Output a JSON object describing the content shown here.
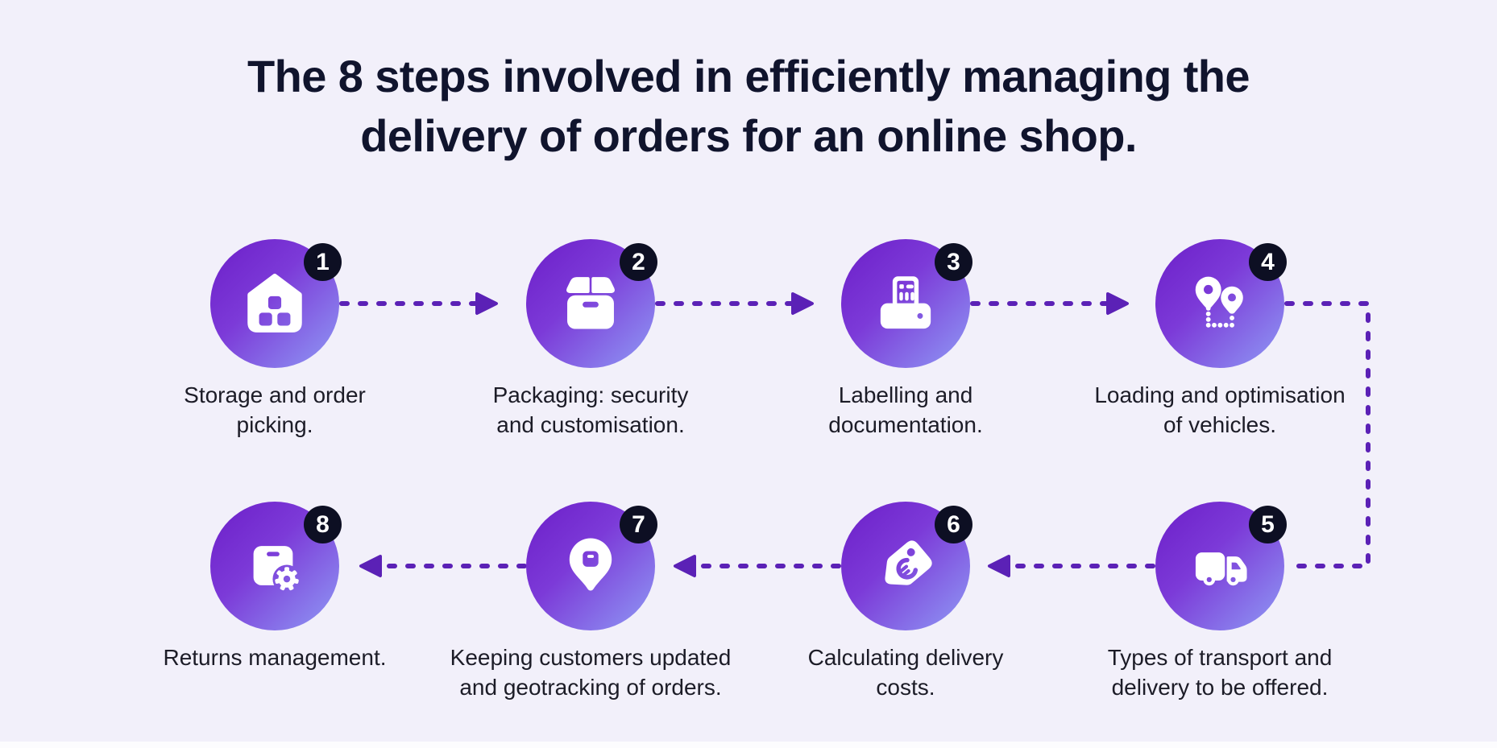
{
  "title": {
    "full": "The 8 steps involved in efficiently managing the delivery of orders for an online shop.",
    "line1": "The 8 steps involved in efficiently managing the",
    "line2": "delivery of orders for an online shop."
  },
  "colors": {
    "background": "#F2F0FA",
    "connector_purple": "#5B21B6",
    "badge_background": "#0D0F23",
    "badge_text": "#FFFFFF",
    "circle_gradient_start": "#6C1EC8",
    "circle_gradient_end": "#8F9BF5",
    "title_text": "#10142D",
    "label_text": "#1C1C27"
  },
  "flow": {
    "direction_row1": "left-to-right",
    "direction_row2": "right-to-left",
    "connector_style": "dashed-arrow"
  },
  "steps": [
    {
      "number": "1",
      "icon": "warehouse-icon",
      "label": "Storage and order picking.",
      "lines": [
        "Storage and order",
        "picking."
      ]
    },
    {
      "number": "2",
      "icon": "package-box-icon",
      "label": "Packaging: security and customisation.",
      "lines": [
        "Packaging: security",
        "and customisation."
      ]
    },
    {
      "number": "3",
      "icon": "label-printer-icon",
      "label": "Labelling and documentation.",
      "lines": [
        "Labelling and",
        "documentation."
      ]
    },
    {
      "number": "4",
      "icon": "route-pins-icon",
      "label": "Loading and optimisation of vehicles.",
      "lines": [
        "Loading and optimisation",
        "of vehicles."
      ]
    },
    {
      "number": "5",
      "icon": "delivery-truck-icon",
      "label": "Types of transport and delivery to be offered.",
      "lines": [
        "Types of transport and",
        "delivery to be offered."
      ]
    },
    {
      "number": "6",
      "icon": "price-tag-euro-icon",
      "label": "Calculating delivery costs.",
      "lines": [
        "Calculating delivery",
        "costs."
      ]
    },
    {
      "number": "7",
      "icon": "geotracking-pin-icon",
      "label": "Keeping customers updated and geotracking of orders.",
      "lines": [
        "Keeping customers updated",
        "and geotracking of orders."
      ]
    },
    {
      "number": "8",
      "icon": "returns-box-gear-icon",
      "label": "Returns management.",
      "lines": [
        "Returns management."
      ]
    }
  ]
}
